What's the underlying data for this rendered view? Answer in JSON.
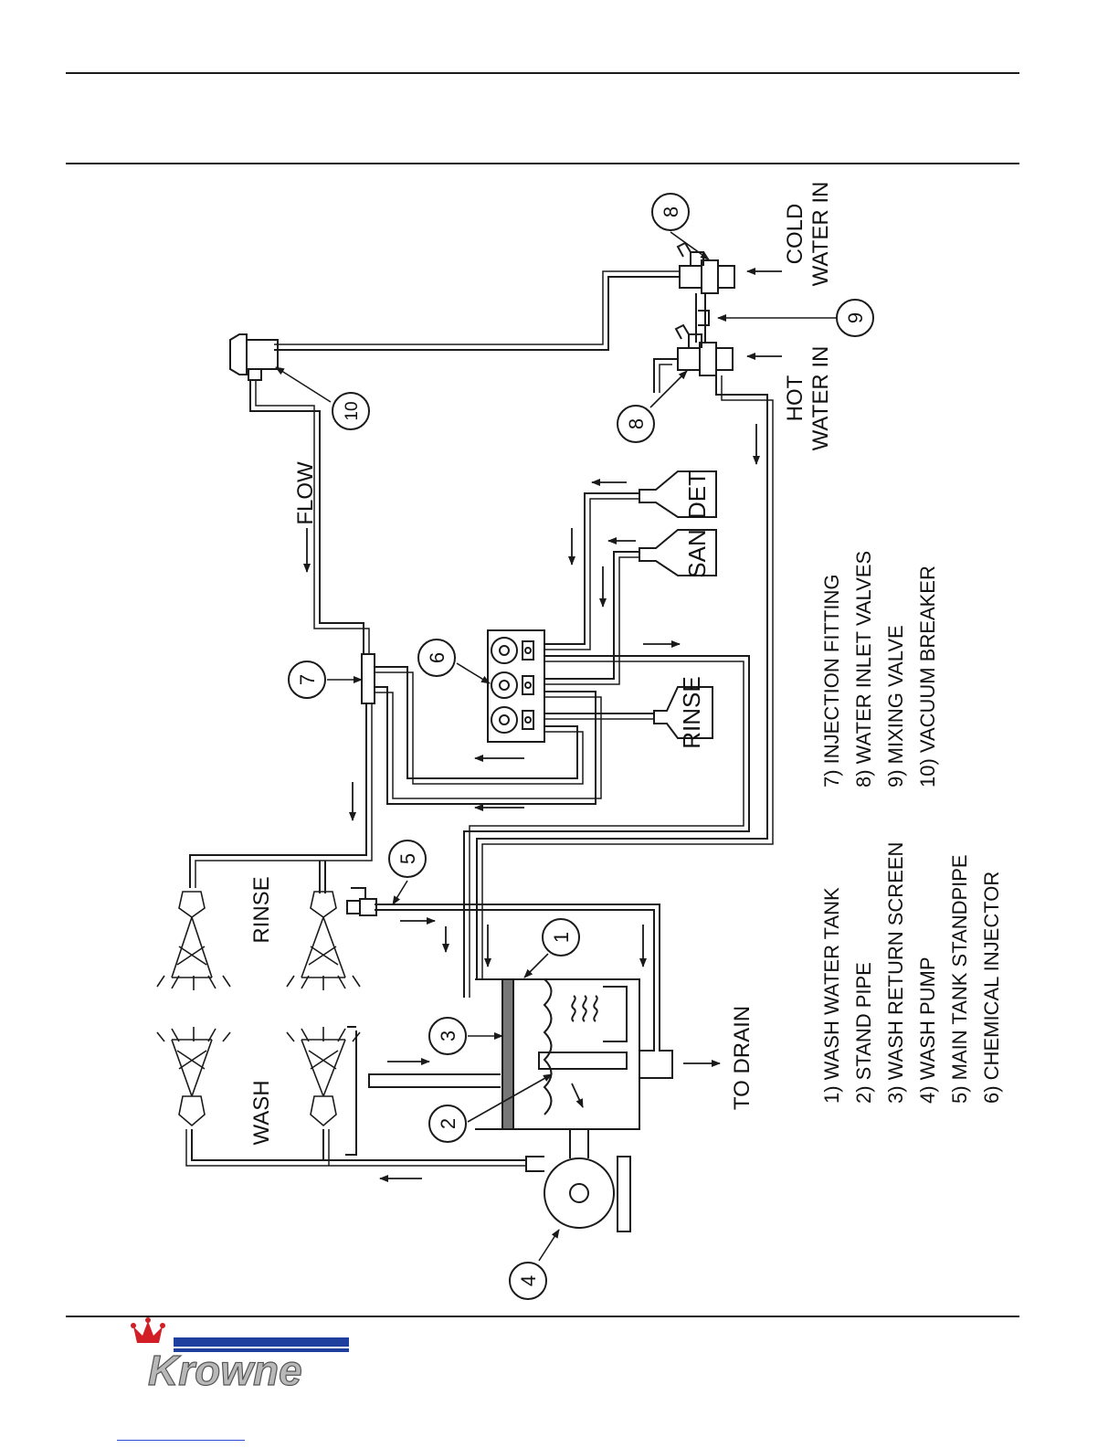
{
  "labels": {
    "cold_water_in": [
      "COLD",
      "WATER IN"
    ],
    "hot_water_in": [
      "HOT",
      "WATER IN"
    ],
    "flow": "FLOW",
    "det": "DET",
    "san": "SAN",
    "rinse_bottle": "RINSE",
    "rinse_arms": "RINSE",
    "wash_arms": "WASH",
    "to_drain": "TO DRAIN"
  },
  "callouts": [
    "1",
    "2",
    "3",
    "4",
    "5",
    "6",
    "7",
    "8",
    "8",
    "9",
    "10"
  ],
  "legend": {
    "col1": [
      "1) WASH WATER TANK",
      "2) STAND PIPE",
      "3) WASH RETURN SCREEN",
      "4) WASH PUMP",
      "5) MAIN TANK STANDPIPE",
      "6) CHEMICAL INJECTOR"
    ],
    "col2": [
      "7) INJECTION FITTING",
      "8) WATER INLET VALVES",
      "9) MIXING VALVE",
      "10) VACUUM BREAKER"
    ]
  },
  "logo": {
    "text": "Krowne"
  },
  "colors": {
    "line": "#1a1a1a",
    "logo_blue": "#1f3f9e",
    "crown_red": "#d21f26"
  }
}
